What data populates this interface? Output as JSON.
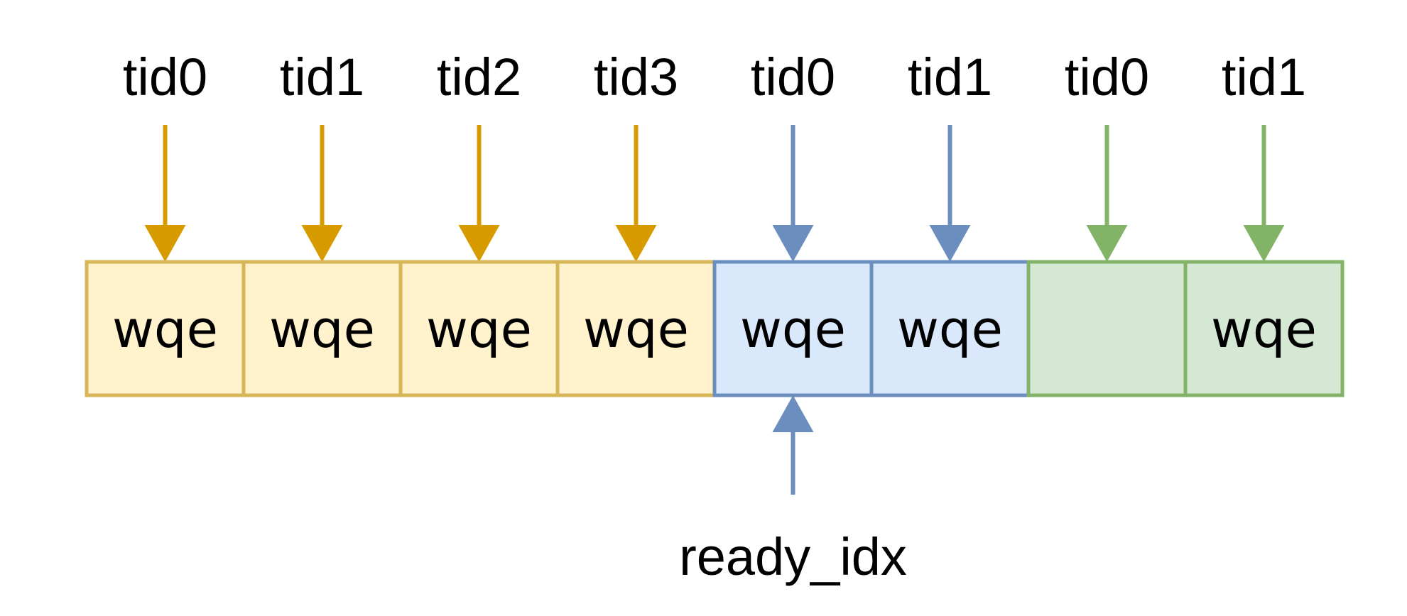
{
  "thread_labels": [
    "tid0",
    "tid1",
    "tid2",
    "tid3",
    "tid0",
    "tid1",
    "tid0",
    "tid1"
  ],
  "cells": [
    {
      "text": "wqe",
      "group": "yellow"
    },
    {
      "text": "wqe",
      "group": "yellow"
    },
    {
      "text": "wqe",
      "group": "yellow"
    },
    {
      "text": "wqe",
      "group": "yellow"
    },
    {
      "text": "wqe",
      "group": "blue"
    },
    {
      "text": "wqe",
      "group": "blue"
    },
    {
      "text": "",
      "group": "green"
    },
    {
      "text": "wqe",
      "group": "green"
    }
  ],
  "pointer": {
    "label": "ready_idx",
    "target_cell": 4
  },
  "colors": {
    "yellow": {
      "fill": "#fff2cc",
      "stroke": "#d6b656",
      "arrow": "#d79b00"
    },
    "blue": {
      "fill": "#dae8fc",
      "stroke": "#6c8ebf",
      "arrow": "#6c8ebf"
    },
    "green": {
      "fill": "#d5e8d4",
      "stroke": "#82b366",
      "arrow": "#82b366"
    }
  }
}
